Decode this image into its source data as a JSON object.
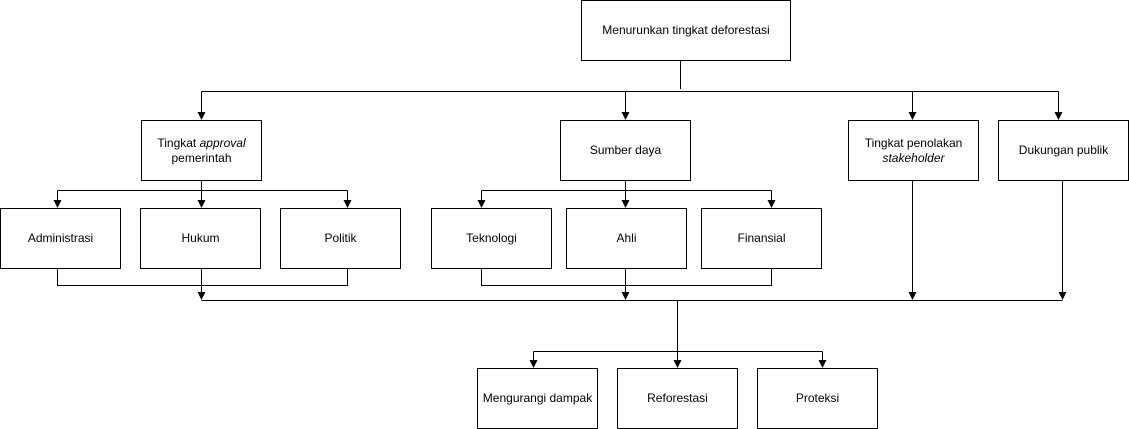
{
  "diagram": {
    "root": {
      "label": "Menurunkan tingkat deforestasi"
    },
    "approval": {
      "label_pre": "Tingkat ",
      "label_em": "approval",
      "label_post": "pemerintah"
    },
    "sumber": {
      "label": "Sumber daya"
    },
    "penolakan": {
      "label_pre": "Tingkat penolakan",
      "label_em": "stakeholder"
    },
    "dukungan": {
      "label": "Dukungan publik"
    },
    "administrasi": {
      "label": "Administrasi"
    },
    "hukum": {
      "label": "Hukum"
    },
    "politik": {
      "label": "Politik"
    },
    "teknologi": {
      "label": "Teknologi"
    },
    "ahli": {
      "label": "Ahli"
    },
    "finansial": {
      "label": "Finansial"
    },
    "mengurangi": {
      "label": "Mengurangi dampak"
    },
    "reforestasi": {
      "label": "Reforestasi"
    },
    "proteksi": {
      "label": "Proteksi"
    }
  }
}
